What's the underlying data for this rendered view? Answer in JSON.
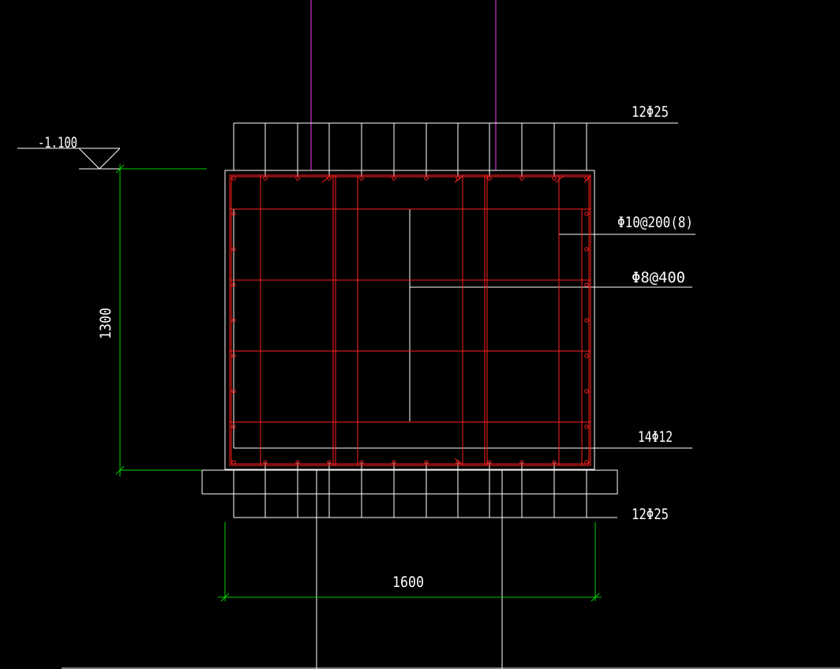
{
  "drawing": {
    "labels": {
      "top_rebar": "12Φ25",
      "stirrup": "Φ10@200(8)",
      "tie_bar": "Φ8@400",
      "side_bar": "14Φ12",
      "bottom_rebar": "12Φ25",
      "elevation": "-1.100",
      "height_dim": "1300",
      "width_dim": "1600"
    },
    "colors": {
      "background": "#000000",
      "outline": "#ffffff",
      "rebar": "#ff2020",
      "dimension": "#00d000",
      "column": "#cc33cc"
    }
  }
}
